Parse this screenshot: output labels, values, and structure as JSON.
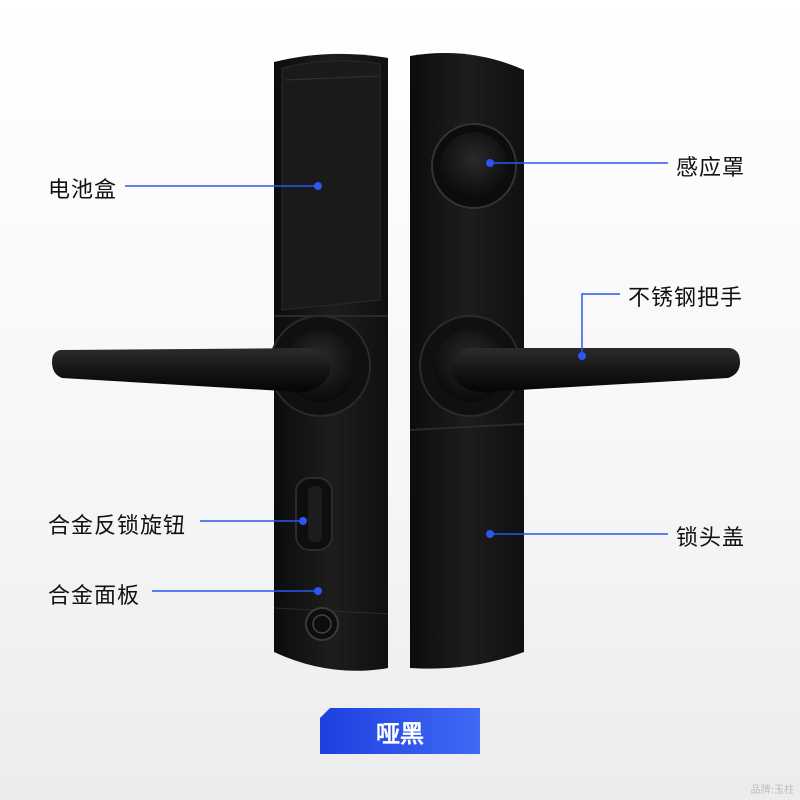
{
  "labels": {
    "battery_box": "电池盒",
    "sensor_cover": "感应罩",
    "handle": "不锈钢把手",
    "knob": "合金反锁旋钮",
    "panel": "合金面板",
    "lock_cover": "锁头盖"
  },
  "badge": {
    "text": "哑黑"
  },
  "watermark": {
    "text": "品牌:玉柱"
  },
  "colors": {
    "accent": "#2b56f0",
    "lock_body": "#151515"
  }
}
